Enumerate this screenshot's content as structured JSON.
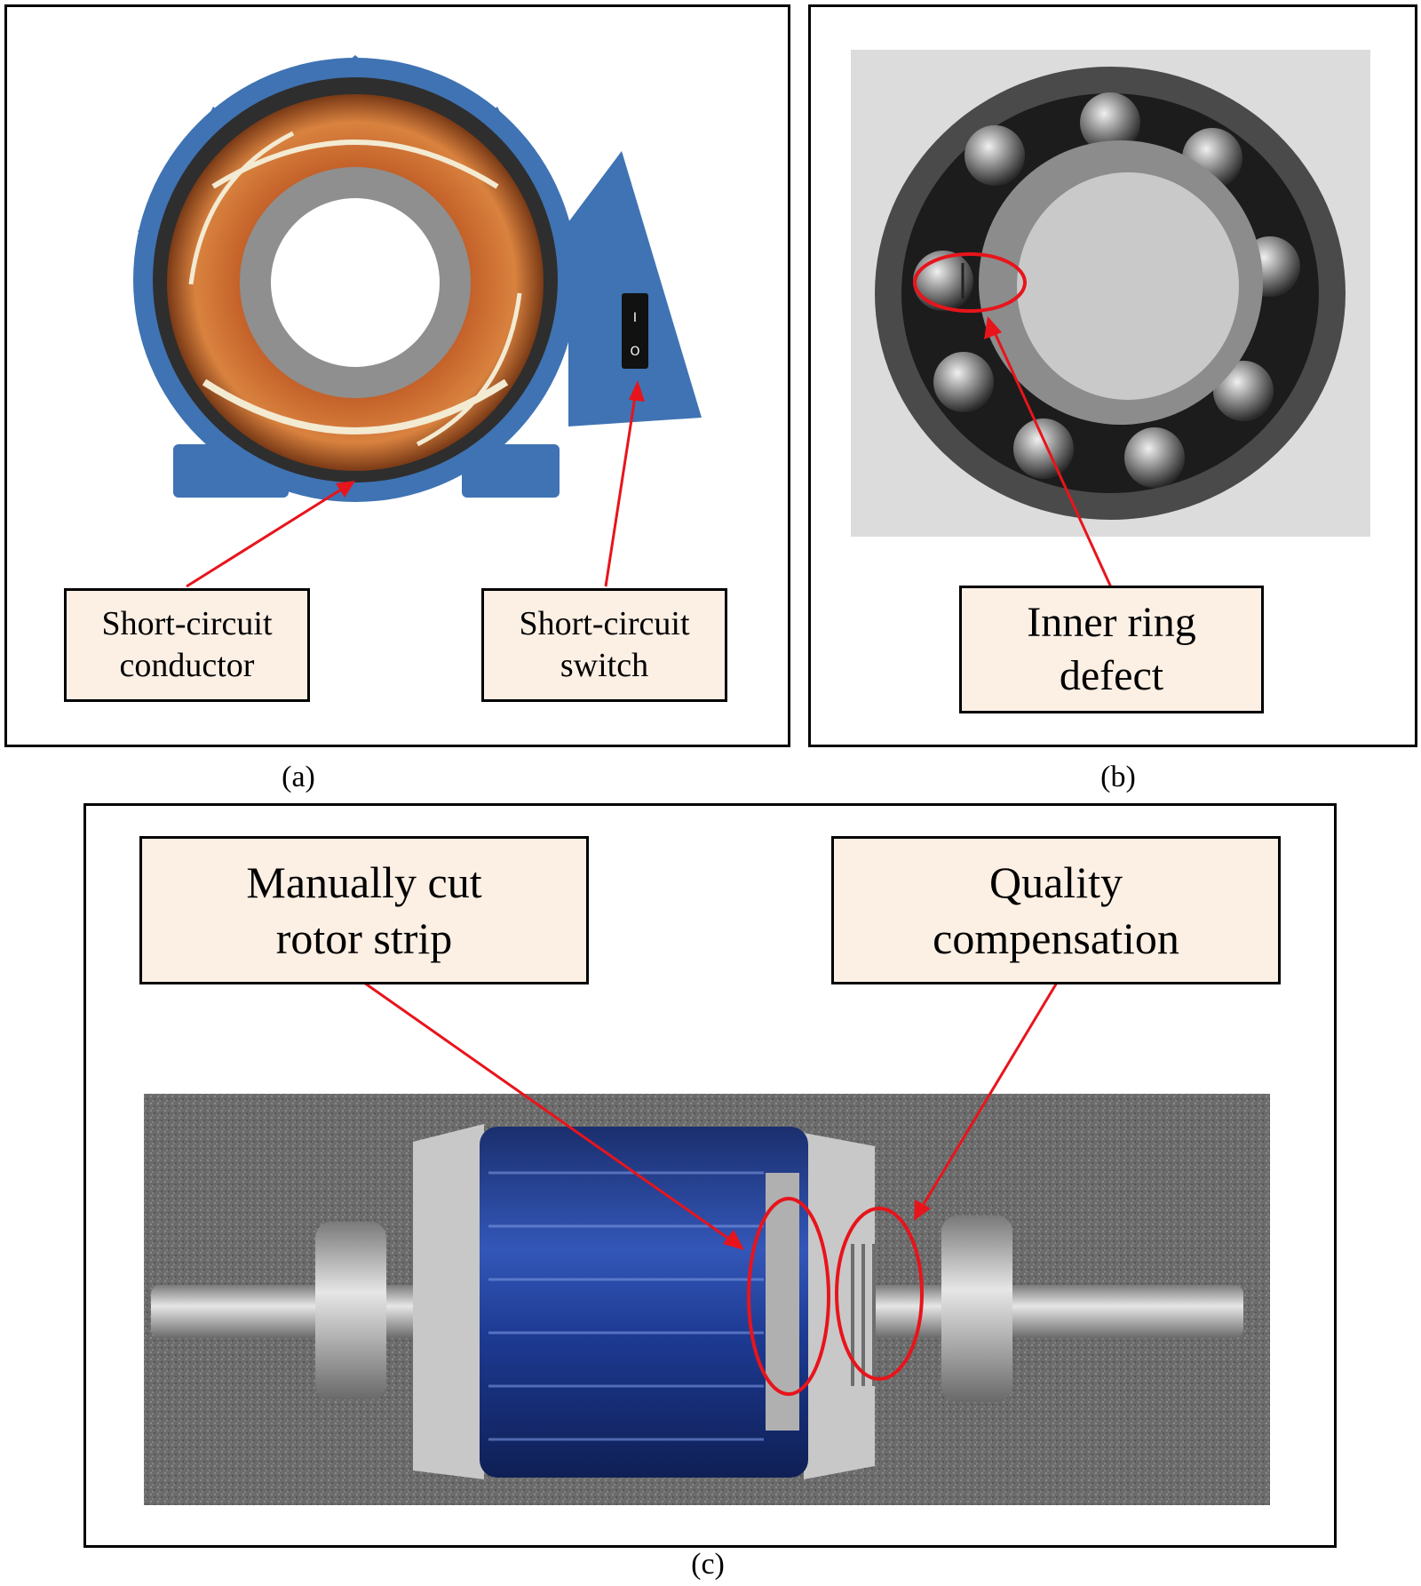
{
  "panels": {
    "a": {
      "caption": "(a)",
      "labels": {
        "conductor": "Short-circuit\nconductor",
        "switch": "Short-circuit\nswitch"
      },
      "switch_marks": {
        "on": "I",
        "off": "O"
      }
    },
    "b": {
      "caption": "(b)",
      "labels": {
        "defect": "Inner ring\ndefect"
      }
    },
    "c": {
      "caption": "(c)",
      "labels": {
        "cut": "Manually cut\nrotor strip",
        "quality": "Quality\ncompensation"
      }
    }
  },
  "colors": {
    "annotation": "#e8141b",
    "label_fill": "#fcefe4",
    "motor_blue": "#3f73b3",
    "copper": "#c4622a",
    "rotor_blue": "#1f3a8a",
    "steel": "#b9b9b9"
  }
}
